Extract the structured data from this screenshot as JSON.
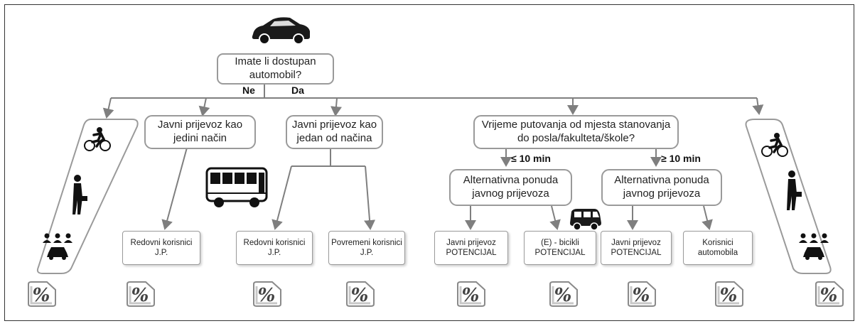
{
  "root": {
    "question": "Imate li dostupan automobil?"
  },
  "branches": {
    "no": "Ne",
    "yes": "Da"
  },
  "no_branch": {
    "pt_only": "Javni prijevoz kao jedini način",
    "regular_users": "Redovni korisnici J.P."
  },
  "yes_branch": {
    "pt_one_of": "Javni prijevoz kao jedan od načina",
    "regular_users": "Redovni korisnici J.P.",
    "occasional_users": "Povremeni korisnici J.P.",
    "travel_time_question": "Vrijeme putovanja od mjesta stanovanja do posla/fakulteta/škole?",
    "le_label": "≤ 10 min",
    "ge_label": "≥ 10 min",
    "alt_offer_left": "Alternativna ponuda javnog prijevoza",
    "alt_offer_right": "Alternativna ponuda javnog prijevoza",
    "pt_potential": "Javni prijevoz POTENCIJAL",
    "ebike_potential": "(E) - bicikli POTENCIJAL",
    "pt_potential_2": "Javni prijevoz POTENCIJAL",
    "car_users": "Korisnici automobila"
  },
  "percent_symbol": "%",
  "icons": [
    "car-icon",
    "cyclist-icon",
    "pedestrian-icon",
    "carpool-icon",
    "bus-icon",
    "van-icon",
    "percent-tag-icon"
  ],
  "colors": {
    "connector": "#7f7f7f",
    "box_border": "#9a9a9a"
  }
}
